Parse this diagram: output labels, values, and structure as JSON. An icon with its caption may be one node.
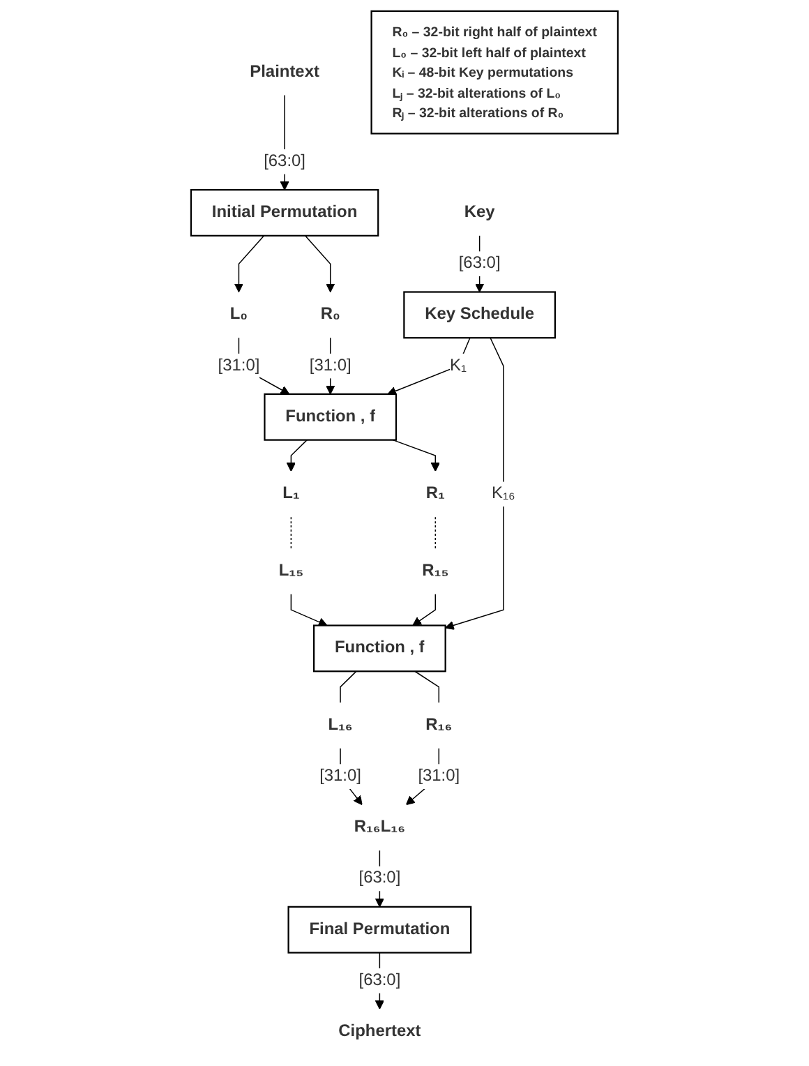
{
  "diagram": {
    "nodes": [
      {
        "text": [
          "Plaintext"
        ]
      },
      {
        "text": [
          "Initial Permutation"
        ]
      },
      {
        "text": [
          "L₀"
        ]
      },
      {
        "text": [
          "R₀"
        ]
      },
      {
        "text": [
          "Key"
        ]
      },
      {
        "text": [
          "Key Schedule"
        ]
      },
      {
        "text": [
          "Function , f"
        ]
      },
      {
        "text": [
          "L₁"
        ]
      },
      {
        "text": [
          "R₁"
        ]
      },
      {
        "text": [
          "L₁₅"
        ]
      },
      {
        "text": [
          "R₁₅"
        ]
      },
      {
        "text": [
          "Function , f"
        ]
      },
      {
        "text": [
          "L₁₆"
        ]
      },
      {
        "text": [
          "R₁₆"
        ]
      },
      {
        "text": [
          "R₁₆L₁₆"
        ]
      },
      {
        "text": [
          "Final Permutation"
        ]
      },
      {
        "text": [
          "Ciphertext"
        ]
      },
      {
        "text": [
          "R₀ –  32-bit right half of plaintext",
          "L₀ –  32-bit left half of plaintext",
          "Kᵢ – 48-bit Key permutations",
          "Lⱼ – 32-bit alterations of L₀",
          "Rⱼ – 32-bit alterations of R₀"
        ]
      }
    ],
    "edges": [
      {
        "from": 0,
        "to": 1,
        "arrow": "to",
        "label": "[63:0]"
      },
      {
        "from": 1,
        "to": 2,
        "arrow": "to"
      },
      {
        "from": 1,
        "to": 3,
        "arrow": "to"
      },
      {
        "from": 4,
        "to": 5,
        "arrow": "to",
        "label": "[63:0]"
      },
      {
        "from": 2,
        "to": 6,
        "arrow": "to",
        "label": "[31:0]"
      },
      {
        "from": 3,
        "to": 6,
        "arrow": "to",
        "label": "[31:0]"
      },
      {
        "from": 5,
        "to": 6,
        "arrow": "to",
        "label": "K₁"
      },
      {
        "from": 6,
        "to": 7,
        "arrow": "to"
      },
      {
        "from": 6,
        "to": 8,
        "arrow": "to"
      },
      {
        "from": 7,
        "to": 9,
        "arrow": "none",
        "style": "dashed"
      },
      {
        "from": 8,
        "to": 10,
        "arrow": "none",
        "style": "dashed"
      },
      {
        "from": 9,
        "to": 11,
        "arrow": "to"
      },
      {
        "from": 10,
        "to": 11,
        "arrow": "to"
      },
      {
        "from": 5,
        "to": 11,
        "arrow": "to",
        "label": "K₁₆"
      },
      {
        "from": 11,
        "to": 12,
        "arrow": "none"
      },
      {
        "from": 11,
        "to": 13,
        "arrow": "none"
      },
      {
        "from": 12,
        "to": 14,
        "arrow": "to",
        "label": "[31:0]"
      },
      {
        "from": 13,
        "to": 14,
        "arrow": "to",
        "label": "[31:0]"
      },
      {
        "from": 14,
        "to": 15,
        "arrow": "to",
        "label": "[63:0]"
      },
      {
        "from": 15,
        "to": 16,
        "arrow": "to",
        "label": "[63:0]"
      }
    ]
  }
}
